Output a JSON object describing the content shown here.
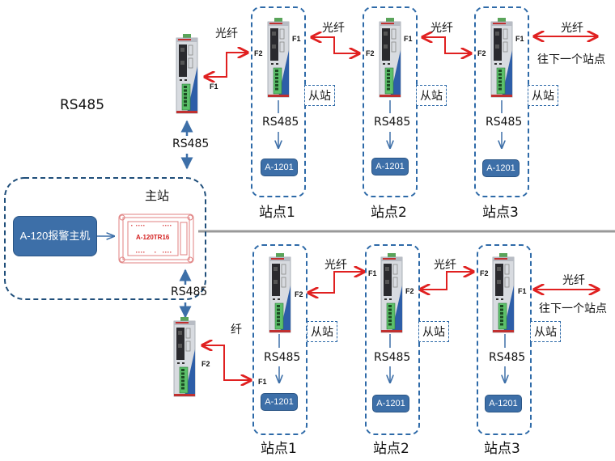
{
  "labels": {
    "rs485_title": "RS485",
    "master_station": "主站",
    "alarm_host": "A-120报警主机",
    "controller_model": "A-120TR16",
    "rs485": "RS485",
    "fiber": "光纤",
    "fiber_partial": "纤",
    "next_station": "往下一个站点",
    "slave": "从站",
    "node": "A-1201"
  },
  "ports": {
    "f1": "F1",
    "f2": "F2"
  },
  "top_row": {
    "stations": [
      {
        "name": "站点1",
        "left_port": "F2",
        "right_port": "F1"
      },
      {
        "name": "站点2",
        "left_port": "F2",
        "right_port": "F1"
      },
      {
        "name": "站点3",
        "left_port": "F2",
        "right_port": "F1"
      }
    ],
    "master_converter_port": "F1"
  },
  "bottom_row": {
    "stations": [
      {
        "name": "站点1",
        "left_port": "F1",
        "right_port": "F2"
      },
      {
        "name": "站点2",
        "left_port": "F1",
        "right_port": "F2"
      },
      {
        "name": "站点3",
        "left_port": "F2",
        "right_port": "F1"
      }
    ],
    "master_converter_port": "F2"
  },
  "colors": {
    "fiber_red": "#e02020",
    "blue": "#3d6fa8",
    "dash_blue": "#2e6aa8",
    "divider": "#999999"
  }
}
